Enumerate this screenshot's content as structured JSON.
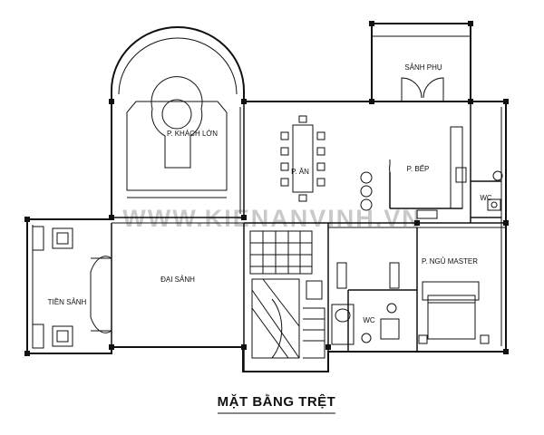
{
  "watermark": "WWW.KIENANVINH.VN",
  "title": "MẶT BẰNG TRỆT",
  "rooms": {
    "sanh_phu": "SẢNH PHỤ",
    "khach_lon": "P. KHÁCH LỚN",
    "an": "P. ĂN",
    "bep": "P. BẾP",
    "wc_1": "WC",
    "ngu_master": "P. NGỦ MASTER",
    "dai_sanh": "ĐẠI SẢNH",
    "tien_sanh": "TIỀN SẢNH",
    "wc_2": "WC"
  }
}
